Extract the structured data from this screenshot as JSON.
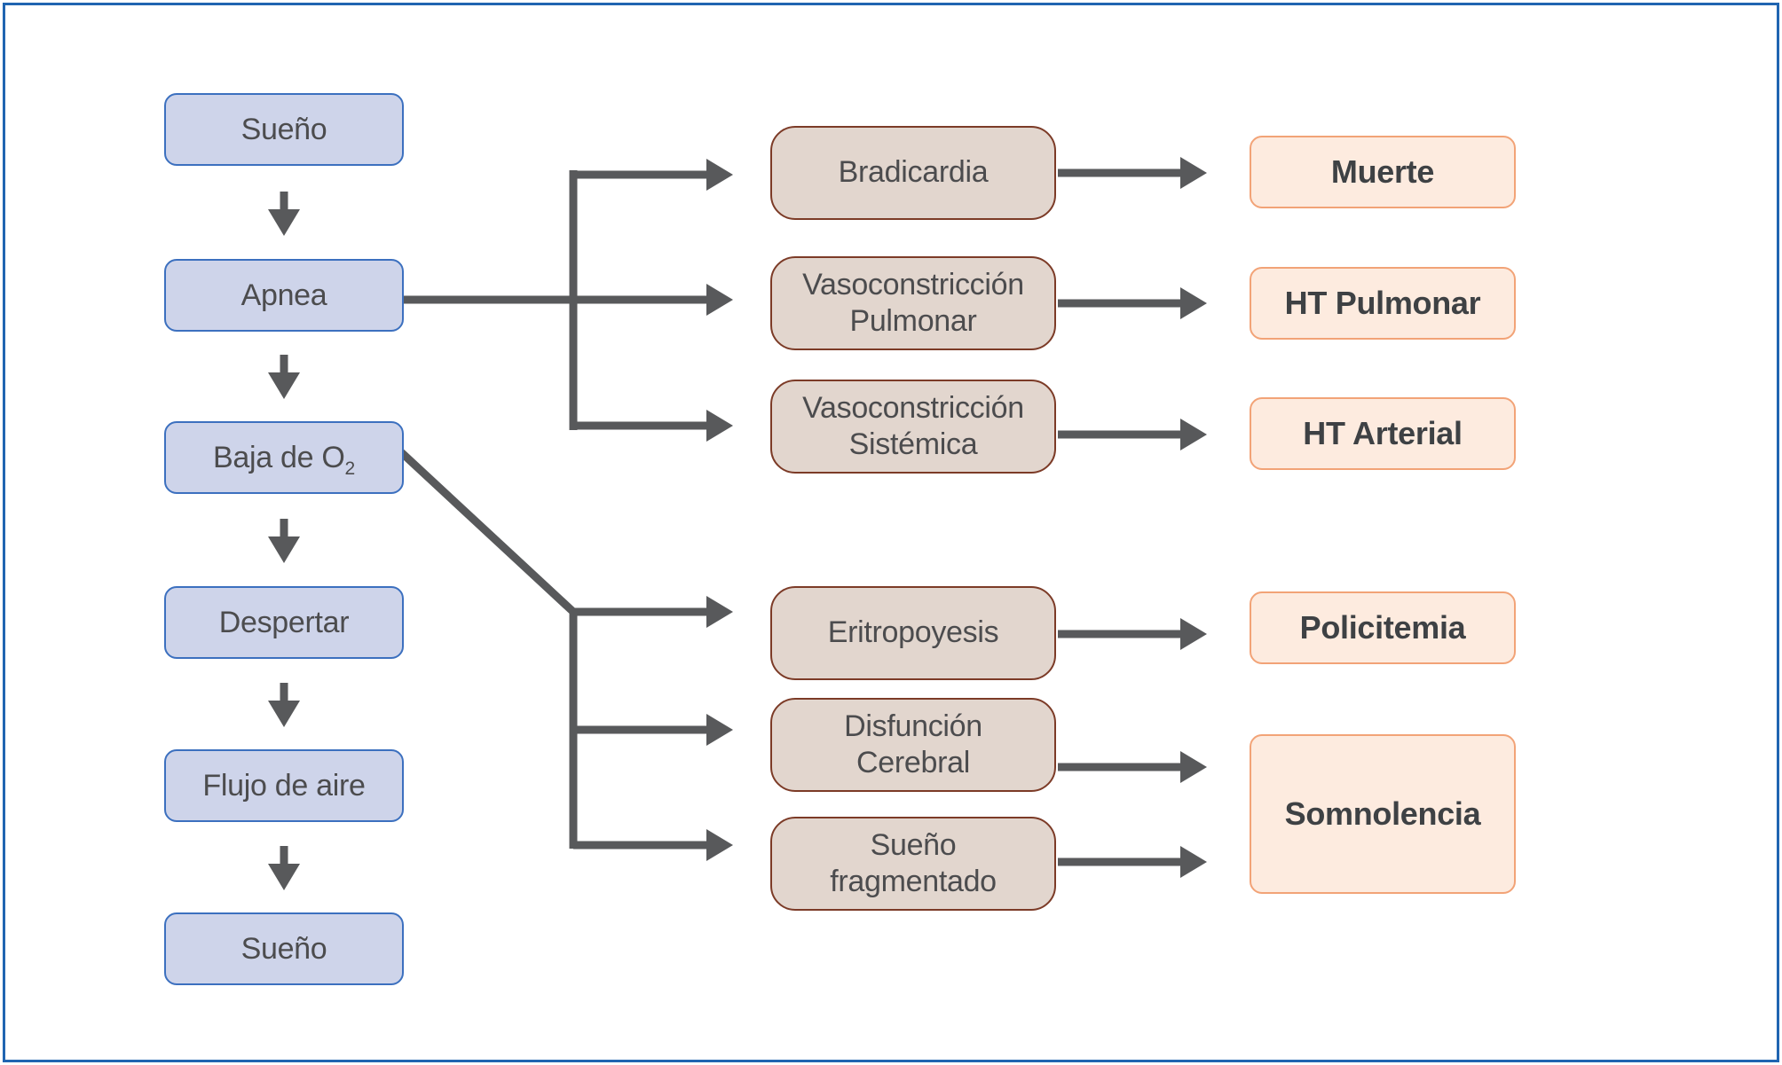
{
  "colors": {
    "frame-blue": "#2065b1",
    "blue-fill": "#ced4ea",
    "blue-border": "#3c70bf",
    "tan-fill": "#e2d6ce",
    "tan-border": "#7c3b27",
    "peach-fill": "#fdebdf",
    "peach-border": "#f2a377",
    "arrow-gray": "#58595b",
    "text-dark": "#4c4c4e",
    "text-bold": "#3e4144"
  },
  "flow": {
    "left_column": [
      {
        "label": "Sueño"
      },
      {
        "label": "Apnea"
      },
      {
        "label": "Baja de O",
        "sub": "2"
      },
      {
        "label": "Despertar"
      },
      {
        "label": "Flujo de aire"
      },
      {
        "label": "Sueño"
      }
    ],
    "middle_column": [
      {
        "label": "Bradicardia"
      },
      {
        "label": "Vasoconstricción\nPulmonar"
      },
      {
        "label": "Vasoconstricción\nSistémica"
      },
      {
        "label": "Eritropoyesis"
      },
      {
        "label": "Disfunción\nCerebral"
      },
      {
        "label": "Sueño\nfragmentado"
      }
    ],
    "right_column": [
      {
        "label": "Muerte"
      },
      {
        "label": "HT Pulmonar"
      },
      {
        "label": "HT Arterial"
      },
      {
        "label": "Policitemia"
      },
      {
        "label": "Somnolencia"
      }
    ],
    "edges": [
      {
        "from": "Sueño",
        "to": "Apnea"
      },
      {
        "from": "Apnea",
        "to": "Baja de O2"
      },
      {
        "from": "Baja de O2",
        "to": "Despertar"
      },
      {
        "from": "Despertar",
        "to": "Flujo de aire"
      },
      {
        "from": "Flujo de aire",
        "to": "Sueño"
      },
      {
        "from": "Apnea",
        "to": "Bradicardia"
      },
      {
        "from": "Apnea",
        "to": "Vasoconstricción Pulmonar"
      },
      {
        "from": "Apnea",
        "to": "Vasoconstricción Sistémica"
      },
      {
        "from": "Baja de O2",
        "to": "Eritropoyesis"
      },
      {
        "from": "Baja de O2",
        "to": "Disfunción Cerebral"
      },
      {
        "from": "Baja de O2",
        "to": "Sueño fragmentado"
      },
      {
        "from": "Bradicardia",
        "to": "Muerte"
      },
      {
        "from": "Vasoconstricción Pulmonar",
        "to": "HT Pulmonar"
      },
      {
        "from": "Vasoconstricción Sistémica",
        "to": "HT Arterial"
      },
      {
        "from": "Eritropoyesis",
        "to": "Policitemia"
      },
      {
        "from": "Disfunción Cerebral",
        "to": "Somnolencia"
      },
      {
        "from": "Sueño fragmentado",
        "to": "Somnolencia"
      }
    ]
  }
}
